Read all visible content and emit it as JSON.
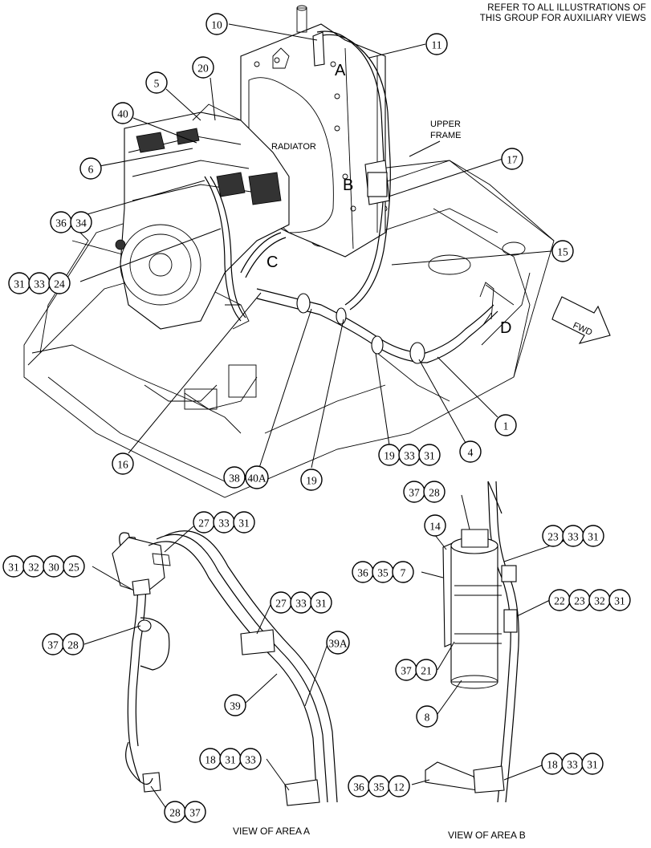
{
  "note": {
    "line1": "REFER TO ALL ILLUSTRATIONS OF",
    "line2": "THIS GROUP FOR AUXILIARY VIEWS"
  },
  "labels": {
    "radiator": "RADIATOR",
    "upper_frame_1": "UPPER",
    "upper_frame_2": "FRAME",
    "fwd": "FWD"
  },
  "area_letters": {
    "a": "A",
    "b": "B",
    "c": "C",
    "d": "D"
  },
  "captions": {
    "view_a": "VIEW OF AREA A",
    "view_b": "VIEW OF AREA B"
  },
  "callouts": {
    "c10": [
      "10"
    ],
    "c11": [
      "11"
    ],
    "c20": [
      "20"
    ],
    "c5": [
      "5"
    ],
    "c40": [
      "40"
    ],
    "c6": [
      "6"
    ],
    "c17": [
      "17"
    ],
    "c36_34": [
      "36",
      "34"
    ],
    "c15": [
      "15"
    ],
    "c31_33_24": [
      "31",
      "33",
      "24"
    ],
    "c1": [
      "1"
    ],
    "c4": [
      "4"
    ],
    "c16": [
      "16"
    ],
    "c38_40a": [
      "38",
      "40A"
    ],
    "c19": [
      "19"
    ],
    "c19_33_31": [
      "19",
      "33",
      "31"
    ],
    "a_27_33_31_top": [
      "27",
      "33",
      "31"
    ],
    "a_31_32_30_25": [
      "31",
      "32",
      "30",
      "25"
    ],
    "a_27_33_31_mid": [
      "27",
      "33",
      "31"
    ],
    "a_37_28": [
      "37",
      "28"
    ],
    "a_39a": [
      "39A"
    ],
    "a_39": [
      "39"
    ],
    "a_18_31_33": [
      "18",
      "31",
      "33"
    ],
    "a_28_37": [
      "28",
      "37"
    ],
    "b_37_28": [
      "37",
      "28"
    ],
    "b_14": [
      "14"
    ],
    "b_23_33_31": [
      "23",
      "33",
      "31"
    ],
    "b_36_35_7": [
      "36",
      "35",
      "7"
    ],
    "b_22_23_32_31": [
      "22",
      "23",
      "32",
      "31"
    ],
    "b_37_21": [
      "37",
      "21"
    ],
    "b_8": [
      "8"
    ],
    "b_36_35_12": [
      "36",
      "35",
      "12"
    ],
    "b_18_33_31": [
      "18",
      "33",
      "31"
    ]
  }
}
